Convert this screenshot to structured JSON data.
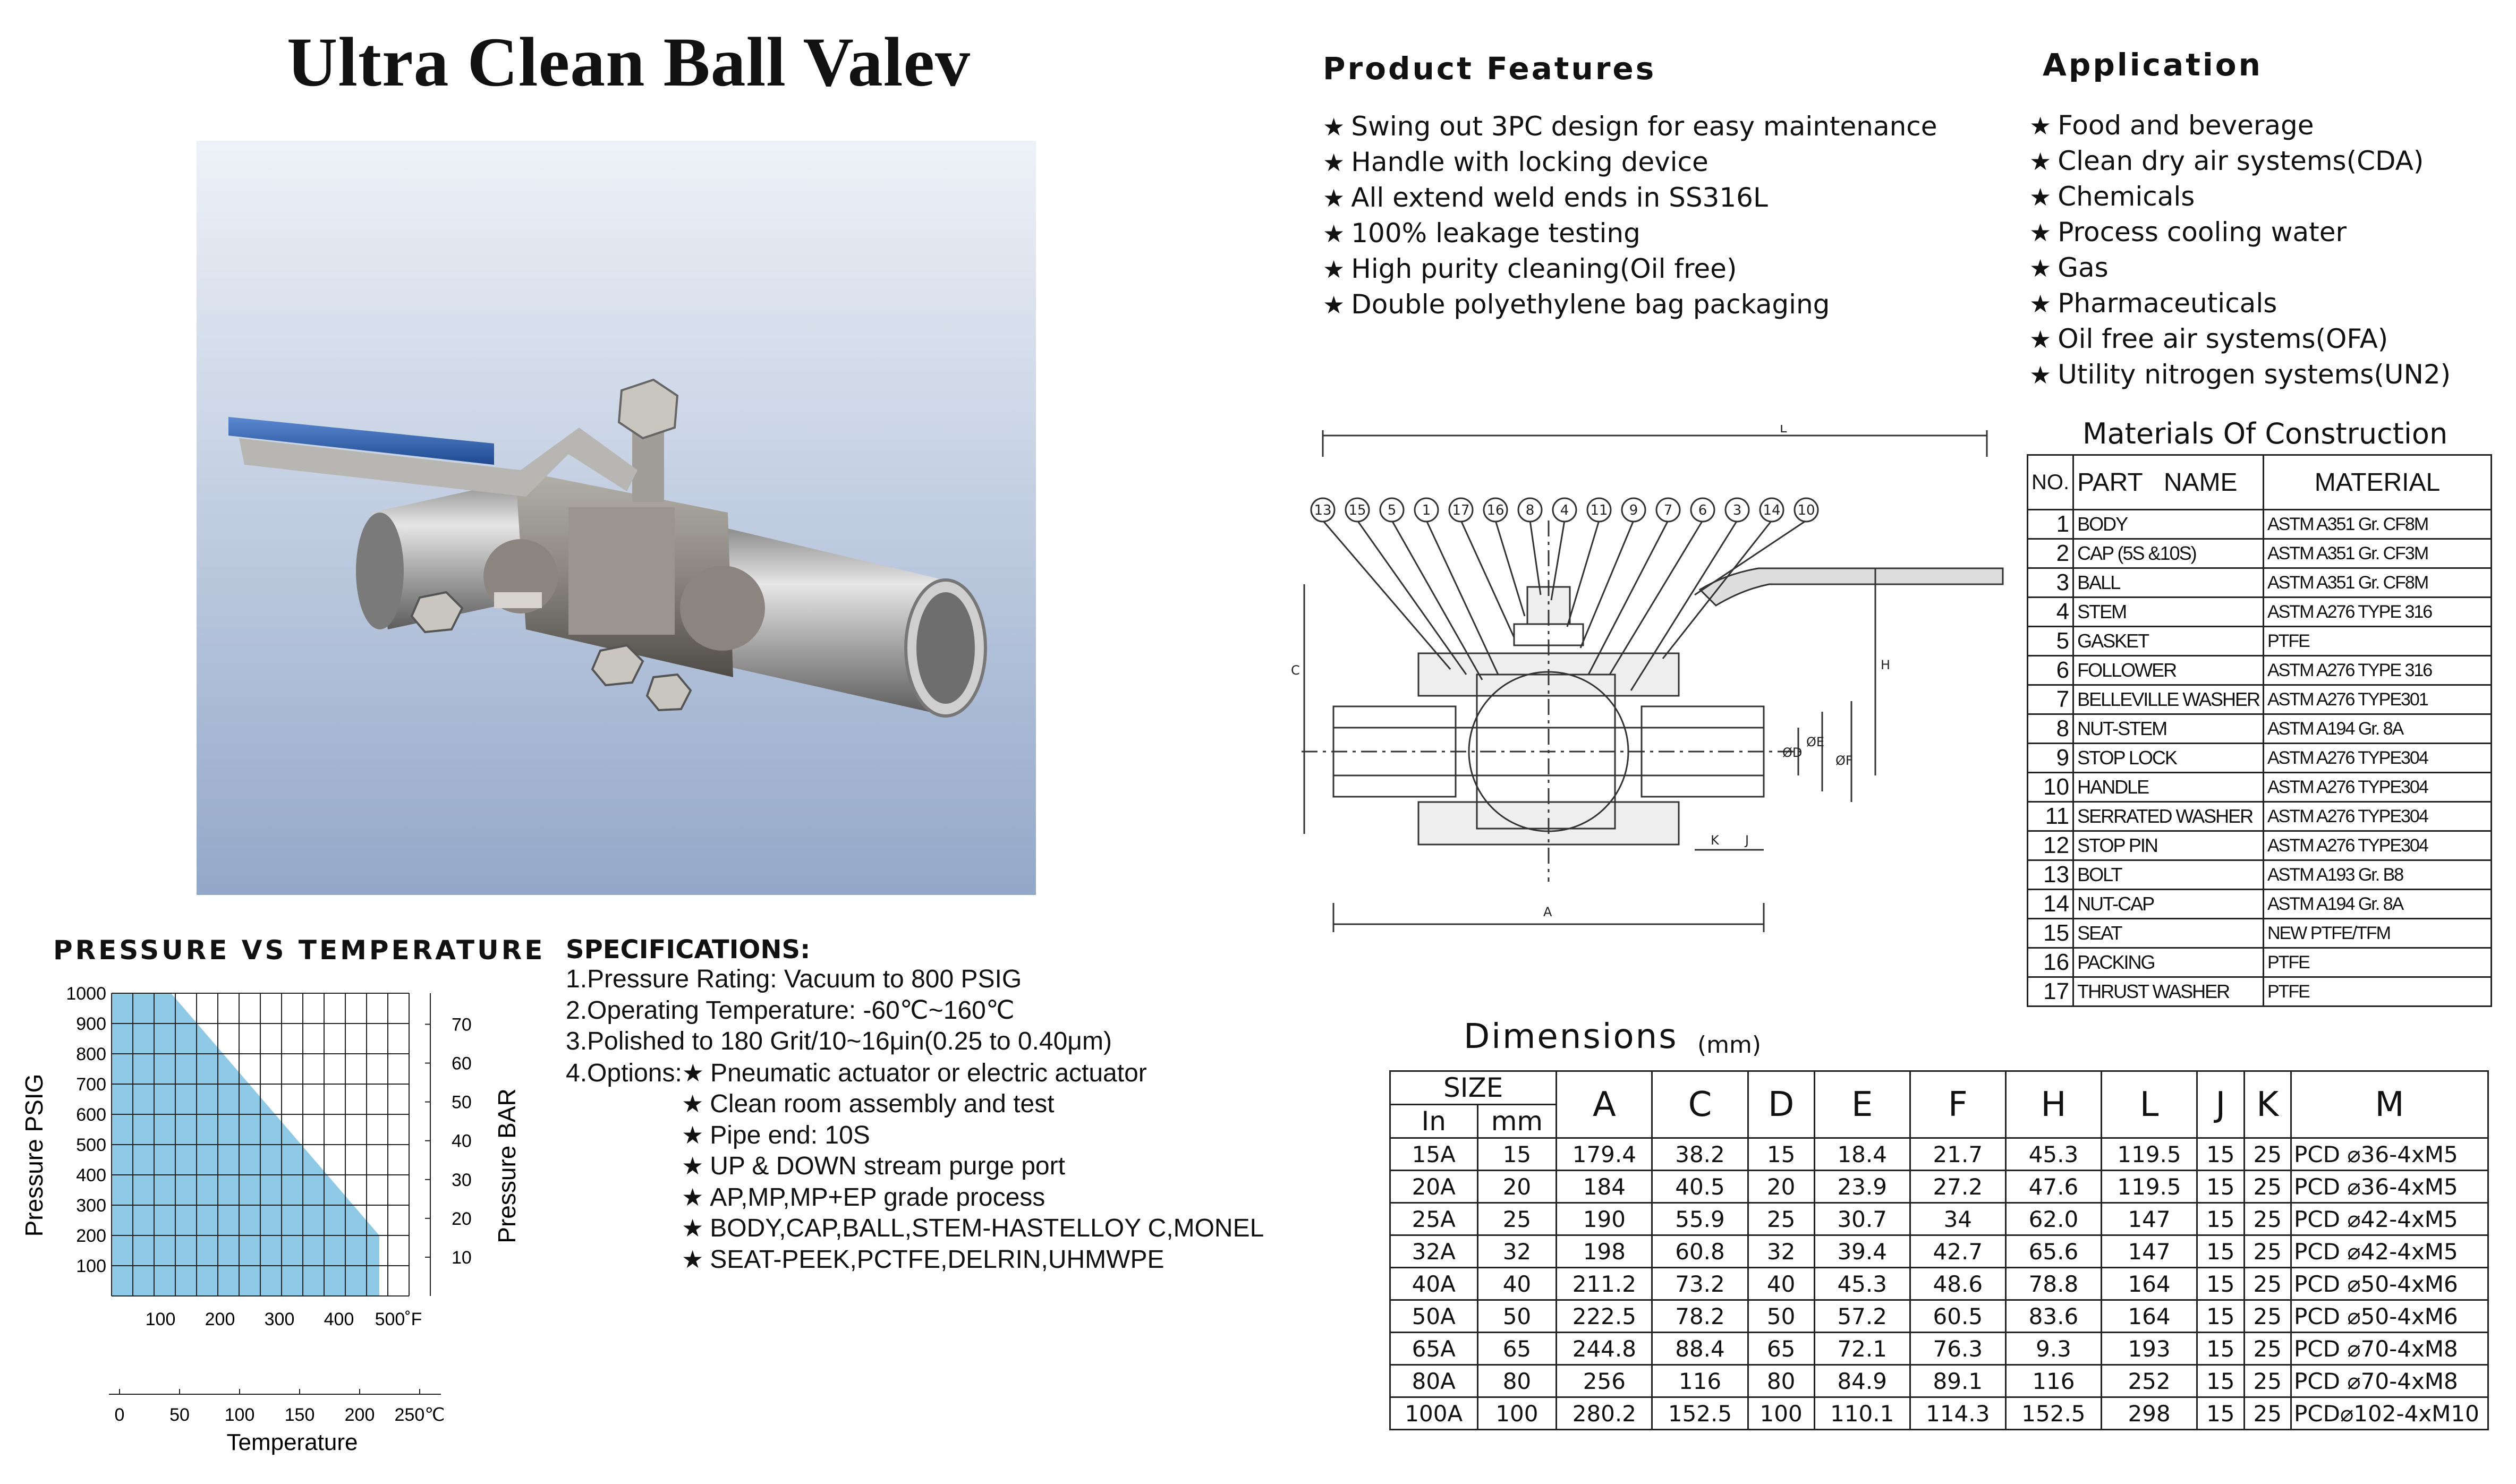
{
  "title": "Ultra Clean Ball Valev",
  "features": {
    "title": "Product Features",
    "items": [
      "Swing out 3PC design for easy maintenance",
      "Handle with locking device",
      "All extend weld ends in SS316L",
      "100% leakage testing",
      "High purity cleaning(Oil free)",
      "Double polyethylene bag packaging"
    ]
  },
  "application": {
    "title": "Application",
    "items": [
      "Food and beverage",
      "Clean dry air systems(CDA)",
      "Chemicals",
      "Process cooling water",
      "Gas",
      "Pharmaceuticals",
      "Oil free air systems(OFA)",
      "Utility nitrogen systems(UN2)"
    ]
  },
  "materials": {
    "title": "Materials Of Construction",
    "headers": [
      "NO.",
      "PART   NAME",
      "MATERIAL"
    ],
    "rows": [
      [
        "1",
        "BODY",
        "ASTM A351 Gr. CF8M"
      ],
      [
        "2",
        "CAP (5S &10S)",
        "ASTM A351 Gr. CF3M"
      ],
      [
        "3",
        "BALL",
        "ASTM A351 Gr. CF8M"
      ],
      [
        "4",
        "STEM",
        "ASTM A276 TYPE 316"
      ],
      [
        "5",
        "GASKET",
        "PTFE"
      ],
      [
        "6",
        "FOLLOWER",
        "ASTM A276 TYPE 316"
      ],
      [
        "7",
        "BELLEVILLE WASHER",
        "ASTM A276 TYPE301"
      ],
      [
        "8",
        "NUT-STEM",
        "ASTM A194 Gr. 8A"
      ],
      [
        "9",
        "STOP LOCK",
        "ASTM A276 TYPE304"
      ],
      [
        "10",
        "HANDLE",
        "ASTM A276 TYPE304"
      ],
      [
        "11",
        "SERRATED WASHER",
        "ASTM A276 TYPE304"
      ],
      [
        "12",
        "STOP PIN",
        "ASTM A276 TYPE304"
      ],
      [
        "13",
        "BOLT",
        "ASTM A193 Gr. B8"
      ],
      [
        "14",
        "NUT-CAP",
        "ASTM A194 Gr. 8A"
      ],
      [
        "15",
        "SEAT",
        "NEW PTFE/TFM"
      ],
      [
        "16",
        "PACKING",
        "PTFE"
      ],
      [
        "17",
        "THRUST WASHER",
        "PTFE"
      ]
    ]
  },
  "dimensions": {
    "title": "Dimensions",
    "unit": "(mm)",
    "size_label": "SIZE",
    "in_label": "In",
    "mm_label": "mm",
    "columns": [
      "A",
      "C",
      "D",
      "E",
      "F",
      "H",
      "L",
      "J",
      "K",
      "M"
    ],
    "rows": [
      [
        "15A",
        "15",
        "179.4",
        "38.2",
        "15",
        "18.4",
        "21.7",
        "45.3",
        "119.5",
        "15",
        "25",
        "PCD ⌀36-4xM5"
      ],
      [
        "20A",
        "20",
        "184",
        "40.5",
        "20",
        "23.9",
        "27.2",
        "47.6",
        "119.5",
        "15",
        "25",
        "PCD ⌀36-4xM5"
      ],
      [
        "25A",
        "25",
        "190",
        "55.9",
        "25",
        "30.7",
        "34",
        "62.0",
        "147",
        "15",
        "25",
        "PCD ⌀42-4xM5"
      ],
      [
        "32A",
        "32",
        "198",
        "60.8",
        "32",
        "39.4",
        "42.7",
        "65.6",
        "147",
        "15",
        "25",
        "PCD ⌀42-4xM5"
      ],
      [
        "40A",
        "40",
        "211.2",
        "73.2",
        "40",
        "45.3",
        "48.6",
        "78.8",
        "164",
        "15",
        "25",
        "PCD ⌀50-4xM6"
      ],
      [
        "50A",
        "50",
        "222.5",
        "78.2",
        "50",
        "57.2",
        "60.5",
        "83.6",
        "164",
        "15",
        "25",
        "PCD ⌀50-4xM6"
      ],
      [
        "65A",
        "65",
        "244.8",
        "88.4",
        "65",
        "72.1",
        "76.3",
        "9.3",
        "193",
        "15",
        "25",
        "PCD ⌀70-4xM8"
      ],
      [
        "80A",
        "80",
        "256",
        "116",
        "80",
        "84.9",
        "89.1",
        "116",
        "252",
        "15",
        "25",
        "PCD ⌀70-4xM8"
      ],
      [
        "100A",
        "100",
        "280.2",
        "152.5",
        "100",
        "110.1",
        "114.3",
        "152.5",
        "298",
        "15",
        "25",
        "PCD⌀102-4xM10"
      ]
    ]
  },
  "specifications": {
    "title": "SPECIFICATIONS:",
    "lines": [
      "1.Pressure Rating: Vacuum to 800 PSIG",
      "2.Operating Temperature: -60℃~160℃",
      "3.Polished to 180 Grit/10~16μin(0.25 to 0.40μm)"
    ],
    "options_label": "4.Options:",
    "options": [
      "Pneumatic actuator or electric actuator",
      "Clean room assembly and test",
      "Pipe end: 10S",
      "UP & DOWN  stream purge port",
      "AP,MP,MP+EP grade process",
      "BODY,CAP,BALL,STEM-HASTELLOY C,MONEL",
      "SEAT-PEEK,PCTFE,DELRIN,UHMWPE"
    ]
  },
  "diagram": {
    "balloons": [
      "13",
      "15",
      "5",
      "1",
      "17",
      "16",
      "8",
      "4",
      "11",
      "9",
      "7",
      "6",
      "3",
      "14",
      "10"
    ],
    "labels": [
      "L",
      "C",
      "H",
      "ØD",
      "ØE",
      "ØF",
      "K",
      "J",
      "A"
    ]
  },
  "chart_data": {
    "type": "area",
    "title": "PRESSURE VS TEMPERATURE",
    "ylabel": "Pressure PSIG",
    "y2label": "Pressure BAR",
    "xlabel": "Temperature",
    "yticks": [
      100,
      200,
      300,
      400,
      500,
      600,
      700,
      800,
      900,
      1000
    ],
    "y2ticks": [
      10,
      20,
      30,
      40,
      50,
      60,
      70
    ],
    "xticks_f": [
      "100",
      "200",
      "300",
      "400",
      "500˚F"
    ],
    "xticks_c": [
      "0",
      "50",
      "100",
      "150",
      "200",
      "250℃"
    ],
    "ylim": [
      0,
      1000
    ],
    "xlim_f": [
      0,
      500
    ],
    "x": [
      0,
      100,
      450,
      450,
      0
    ],
    "y": [
      1000,
      1000,
      200,
      0,
      0
    ],
    "fill_color": "#8ecae6"
  },
  "colors": {
    "handle": "#2f5fa7",
    "photo_bg_top": "#e8eef6",
    "photo_bg_bottom": "#9aaecb"
  }
}
